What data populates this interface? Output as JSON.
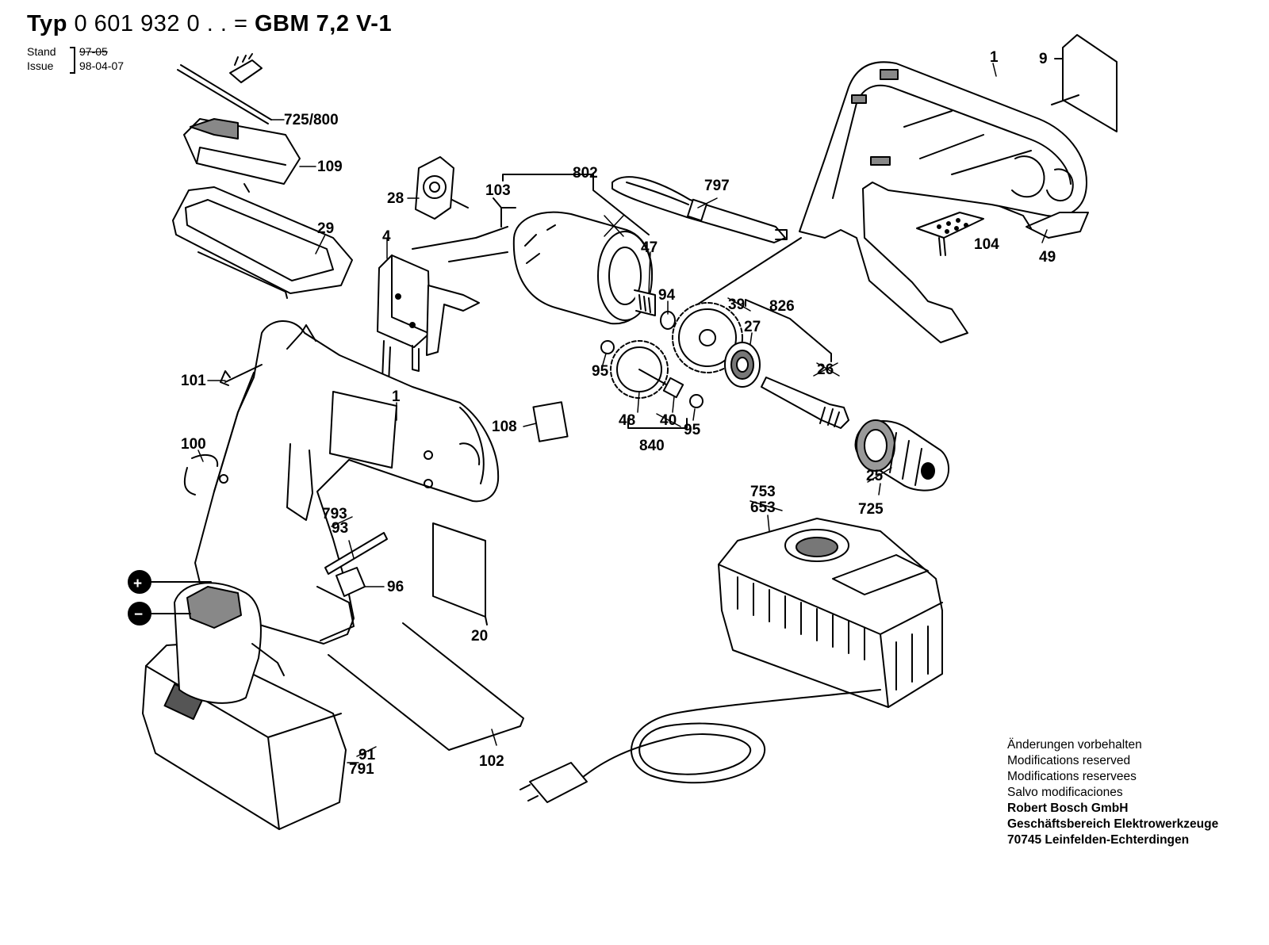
{
  "header": {
    "title_prefix": "Typ",
    "type_number": "0 601 932",
    "type_suffix": "0 . . =",
    "model": "GBM 7,2 V-1",
    "stand_label": "Stand",
    "stand_value": "97-05",
    "issue_label": "Issue",
    "issue_value": "98-04-07"
  },
  "parts": {
    "p725_800": "725/800",
    "p109": "109",
    "p29": "29",
    "p28": "28",
    "p4": "4",
    "p103": "103",
    "p802": "802",
    "p797": "797",
    "p1_top": "1",
    "p9": "9",
    "p104": "104",
    "p49": "49",
    "p47": "47",
    "p94": "94",
    "p39": "39",
    "p826": "826",
    "p27": "27",
    "p26": "26",
    "p95_left": "95",
    "p95_right": "95",
    "p48": "48",
    "p40": "40",
    "p840": "840",
    "p108": "108",
    "p101": "101",
    "p1_main": "1",
    "p100": "100",
    "p725": "725",
    "p25": "25",
    "p753": "753",
    "p653": "653",
    "p793": "793",
    "p93": "93",
    "p96": "96",
    "p20": "20",
    "p102": "102",
    "p791": "791",
    "p91": "91",
    "plus": "+",
    "minus": "−"
  },
  "footer": {
    "line1": "Änderungen vorbehalten",
    "line2": "Modifications reserved",
    "line3": "Modifications reservees",
    "line4": "Salvo modificaciones",
    "company": "Robert Bosch GmbH",
    "division": "Geschäftsbereich Elektrowerkzeuge",
    "address": "70745 Leinfelden-Echterdingen"
  }
}
